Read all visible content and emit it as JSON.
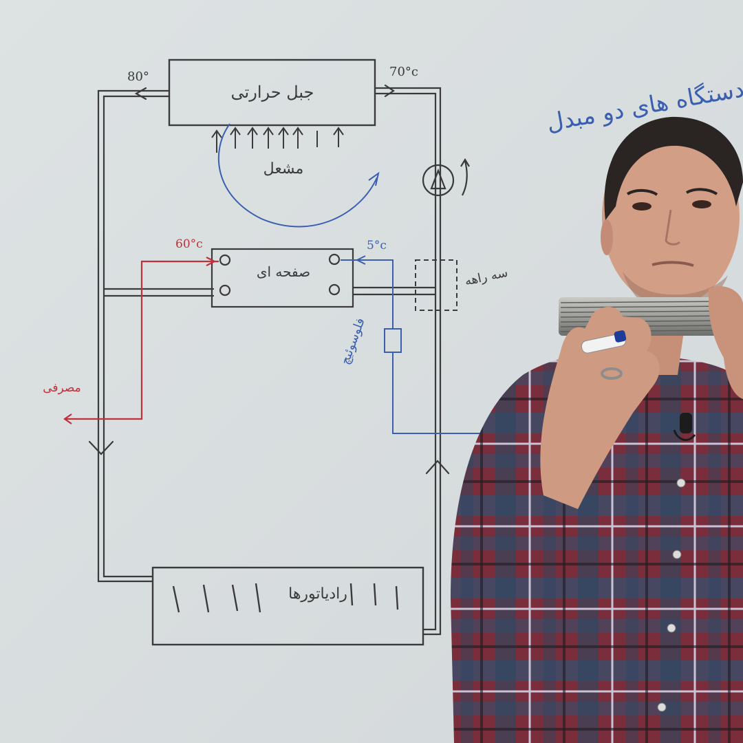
{
  "whiteboard": {
    "title": "دستگاه های دو مبدل",
    "boiler_label": "جبل حرارتی",
    "flame_label": "مشعل",
    "plate_exchanger_label": "صفحه ای",
    "radiators_label": "رادیاتورها",
    "mixing_valve_label": "سه راهه",
    "flow_switch_label": "فلوسوئیچ",
    "consumer_label": "مصرفی",
    "temp_boiler_in": "80°",
    "temp_boiler_out": "70°c",
    "temp_hot_water": "60°c",
    "temp_cold_inlet": "5°c"
  },
  "colors": {
    "whiteboard": "#dfe3e4",
    "marker_black": "#3a3a3a",
    "marker_red": "#c0303a",
    "marker_blue": "#3a5fb0",
    "shirt_red": "#7a2d3a",
    "shirt_blue": "#35506e"
  }
}
